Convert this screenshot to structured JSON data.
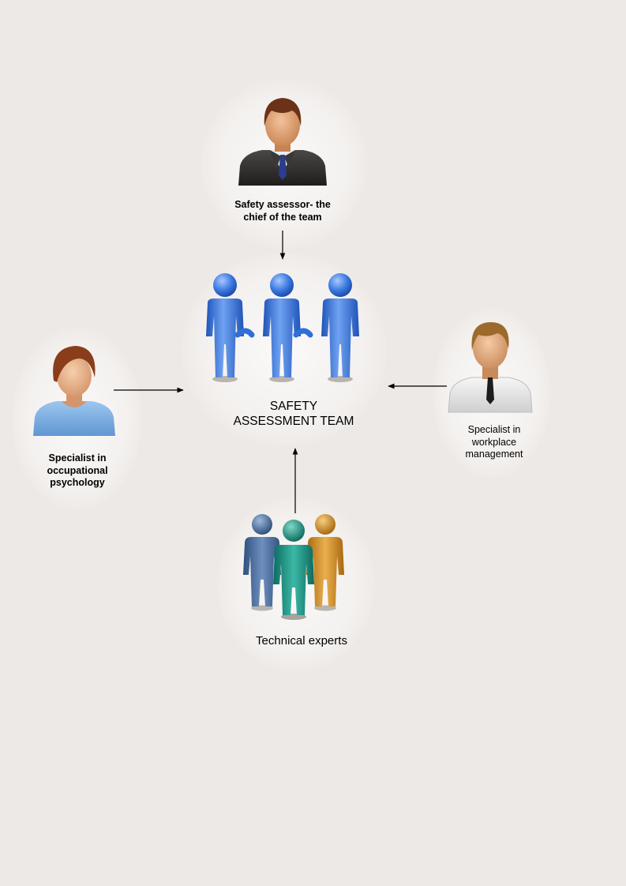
{
  "diagram": {
    "center": {
      "label": "SAFETY\nASSESSMENT TEAM"
    },
    "nodes": [
      {
        "id": "chief",
        "label": "Safety assessor- the\nchief of the team"
      },
      {
        "id": "psych",
        "label": "Specialist in\noccupational\npsychology"
      },
      {
        "id": "workplace",
        "label": "Specialist in\nworkplace\nmanagement"
      },
      {
        "id": "tech",
        "label": "Technical experts"
      }
    ],
    "edges": [
      {
        "from": "chief",
        "to": "center"
      },
      {
        "from": "psych",
        "to": "center"
      },
      {
        "from": "workplace",
        "to": "center"
      },
      {
        "from": "tech",
        "to": "center"
      }
    ]
  },
  "colors": {
    "background": "#ede9e6",
    "team_blue": "#2f6fd6",
    "tech_blue": "#41689a",
    "tech_green": "#138f82",
    "tech_orange": "#d08a1f",
    "suit": "#2b2a29",
    "shirt_blue": "#79aee3"
  }
}
